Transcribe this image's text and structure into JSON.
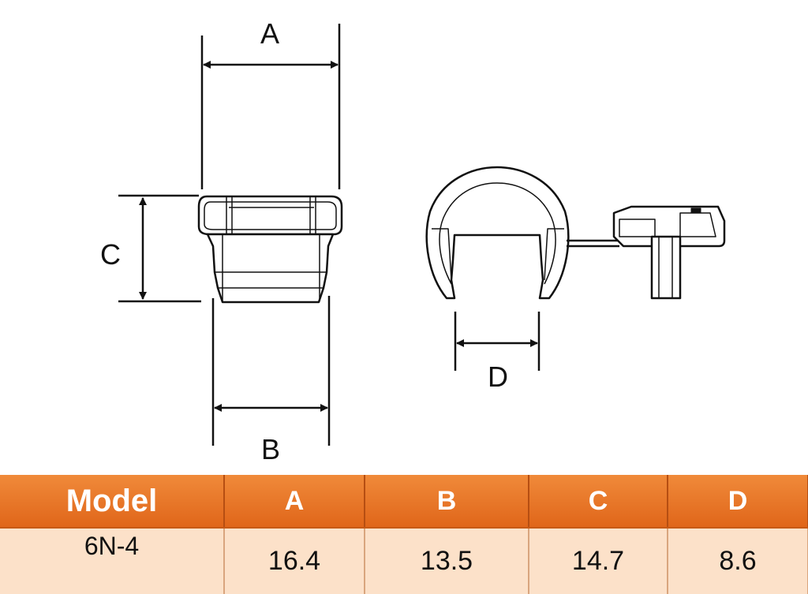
{
  "dimension_labels": {
    "a": "A",
    "b": "B",
    "c": "C",
    "d": "D"
  },
  "table": {
    "headers": [
      "Model",
      "A",
      "B",
      "C",
      "D"
    ],
    "row": [
      "6N-4",
      "16.4",
      "13.5",
      "14.7",
      "8.6"
    ]
  },
  "colors": {
    "header": "#e8731f",
    "row": "#fce1c9",
    "line": "#111111"
  }
}
